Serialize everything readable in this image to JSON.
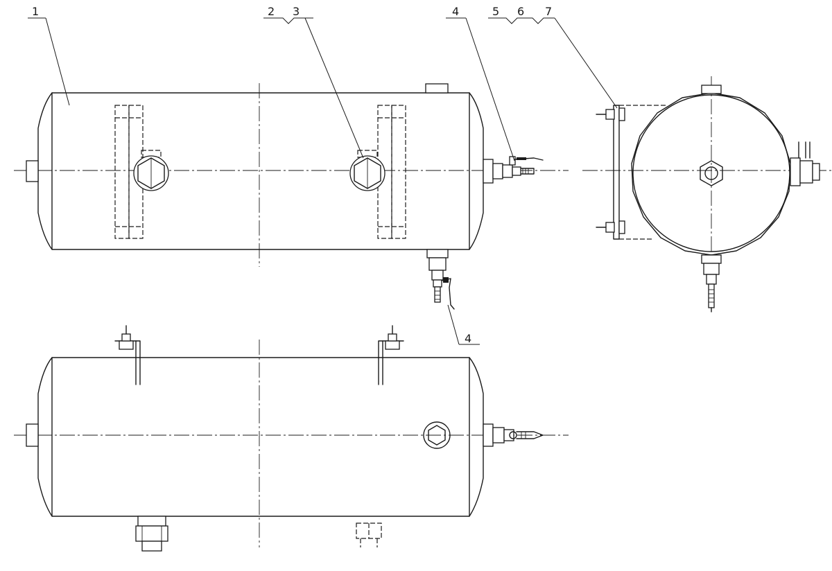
{
  "callouts": {
    "c1": "1",
    "c2": "2",
    "c3": "3",
    "c4_top": "4",
    "c5": "5",
    "c6": "6",
    "c7": "7",
    "c4_bottom": "4"
  },
  "colors": {
    "line": "#1a1a1a",
    "background": "#ffffff"
  }
}
